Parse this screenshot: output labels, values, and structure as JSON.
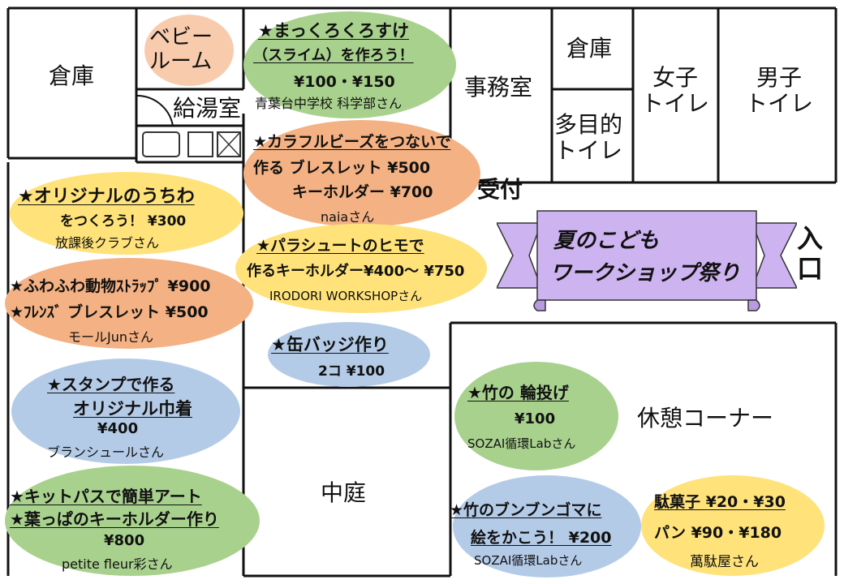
{
  "rooms": {
    "storage_left": "倉庫",
    "baby_room": "ベビー\nルーム",
    "kitchen": "給湯室",
    "office": "事務室",
    "storage_right": "倉庫",
    "womens_toilet": "女子\nトイレ",
    "mens_toilet": "男子\nトイレ",
    "multipurpose_toilet": "多目的\nトイレ",
    "reception": "受付",
    "entrance": "入\n口",
    "courtyard": "中庭",
    "rest_corner": "休憩コーナー"
  },
  "banner": {
    "line1": "夏のこども",
    "line2": "ワークショップ祭り"
  },
  "booths": {
    "slime": {
      "title": "★まっくろくろすけ",
      "subtitle": "（スライム）を作ろう！",
      "price": "¥100・¥150",
      "vendor": "青葉台中学校 科学部さん"
    },
    "beads": {
      "title": "★カラフルビーズをつないで",
      "line2": "作る ブレスレット ¥500",
      "line3": "キーホルダー ¥700",
      "vendor": "naiaさん"
    },
    "uchiwa": {
      "title": "★オリジナルのうちわ",
      "line2": "をつくろう！ ¥300",
      "vendor": "放課後クラブさん"
    },
    "parachute": {
      "title": "★パラシュートのヒモで",
      "line2": "作るキーホルダー¥400～ ¥750",
      "vendor": "IRODORI WORKSHOPさん"
    },
    "fuwafuwa": {
      "title": "★ふわふわ動物ｽﾄﾗｯﾌﾟ ¥900",
      "line2": "★ﾌﾚﾝｽﾞ ブレスレット ¥500",
      "vendor": "モールJunさん"
    },
    "badge": {
      "title": "★缶バッジ作り",
      "price": "2コ ¥100"
    },
    "stamp": {
      "title": "★スタンプで作る",
      "line2": "オリジナル巾着",
      "price": "¥400",
      "vendor": "ブランシュールさん"
    },
    "ring_toss": {
      "title": "★竹の 輪投げ",
      "price": "¥100",
      "vendor": "SOZAI循環Labさん"
    },
    "kitpas": {
      "title": "★キットパスで簡単アート",
      "line2": "★葉っぱのキーホルダー作り",
      "price": "¥800",
      "vendor": "petite fleur彩さん"
    },
    "bunbun": {
      "title": "★竹のブンブンゴマに",
      "line2": "絵をかこう！ ¥200",
      "vendor": "SOZAI循環Labさん"
    },
    "dagashi": {
      "line1": "駄菓子 ¥20・¥30",
      "line2": "パン ¥90・¥180",
      "vendor": "萬駄屋さん"
    }
  },
  "colors": {
    "green": "#a9d18e",
    "orange": "#f4b183",
    "yellow": "#ffe27a",
    "blue": "#b4cbe8",
    "banner": "#cdb3f0",
    "wall": "#111111"
  }
}
